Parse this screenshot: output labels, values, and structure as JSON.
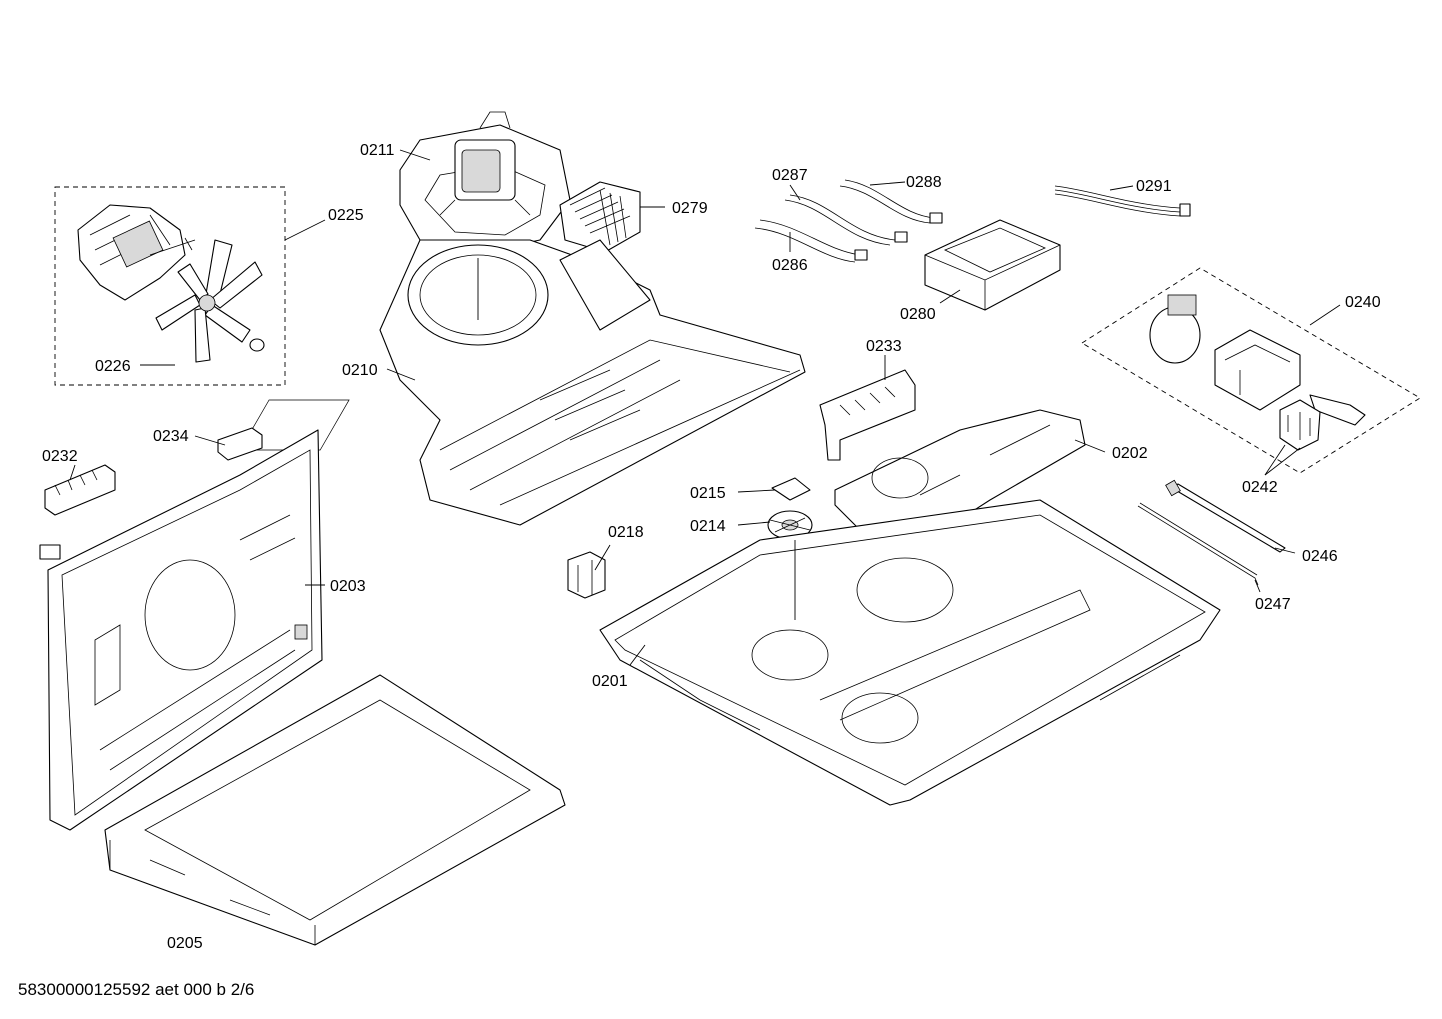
{
  "callouts": {
    "p0211": "0211",
    "p0225": "0225",
    "p0226": "0226",
    "p0279": "0279",
    "p0210": "0210",
    "p0287": "0287",
    "p0288": "0288",
    "p0286": "0286",
    "p0291": "0291",
    "p0280": "0280",
    "p0240": "0240",
    "p0242": "0242",
    "p0233": "0233",
    "p0234": "0234",
    "p0232": "0232",
    "p0202": "0202",
    "p0215": "0215",
    "p0214": "0214",
    "p0218": "0218",
    "p0203": "0203",
    "p0201": "0201",
    "p0246": "0246",
    "p0247": "0247",
    "p0205": "0205"
  },
  "footer": {
    "document_id": "58300000125592 aet 000 b 2/6"
  }
}
